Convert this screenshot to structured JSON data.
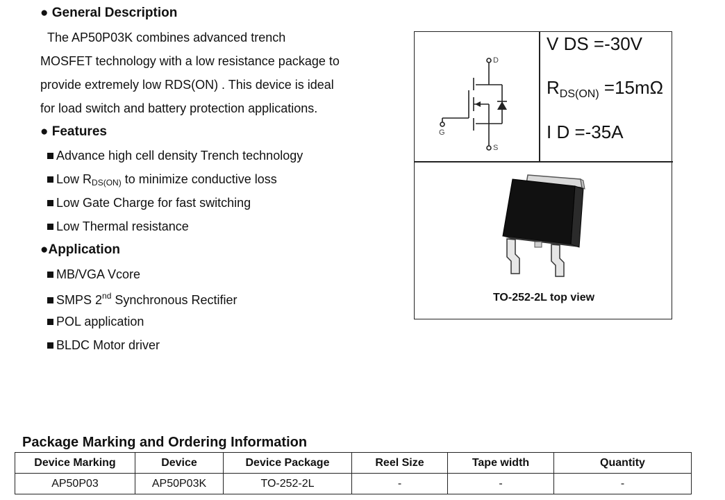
{
  "general": {
    "heading": "● General Description",
    "lines": [
      "The  AP50P03K  combines advanced trench",
      "MOSFET technology with a low resistance package to",
      "provide extremely low RDS(ON) . This device is ideal",
      "for load switch and battery protection applications."
    ]
  },
  "features": {
    "heading": "● Features",
    "items": [
      {
        "text": "Advance high cell density Trench technology"
      },
      {
        "pre": "Low  R",
        "sub": "DS(ON)",
        "post": " to minimize conductive loss"
      },
      {
        "text": "Low Gate Charge for  fast switching"
      },
      {
        "text": "Low Thermal resistance"
      }
    ]
  },
  "application": {
    "heading": "●Application",
    "items": [
      {
        "text": "MB/VGA Vcore"
      },
      {
        "pre": "SMPS 2",
        "sup": "nd",
        "post": " Synchronous Rectifier"
      },
      {
        "text": "POL application"
      },
      {
        "text": "BLDC Motor driver"
      }
    ]
  },
  "specs": {
    "vds": "V DS =-30V",
    "rds_pre": "R",
    "rds_sub": "DS(ON)",
    "rds_post": " =15mΩ",
    "id": "I D =-35A"
  },
  "symbol": {
    "pin_d": "D",
    "pin_g": "G",
    "pin_s": "S"
  },
  "package_caption": "TO-252-2L top view",
  "ordering": {
    "title": "Package Marking and Ordering Information",
    "headers": [
      "Device Marking",
      "Device",
      "Device Package",
      "Reel Size",
      "Tape width",
      "Quantity"
    ],
    "row": [
      "AP50P03",
      "AP50P03K",
      "TO-252-2L",
      "-",
      "-",
      "-"
    ]
  }
}
